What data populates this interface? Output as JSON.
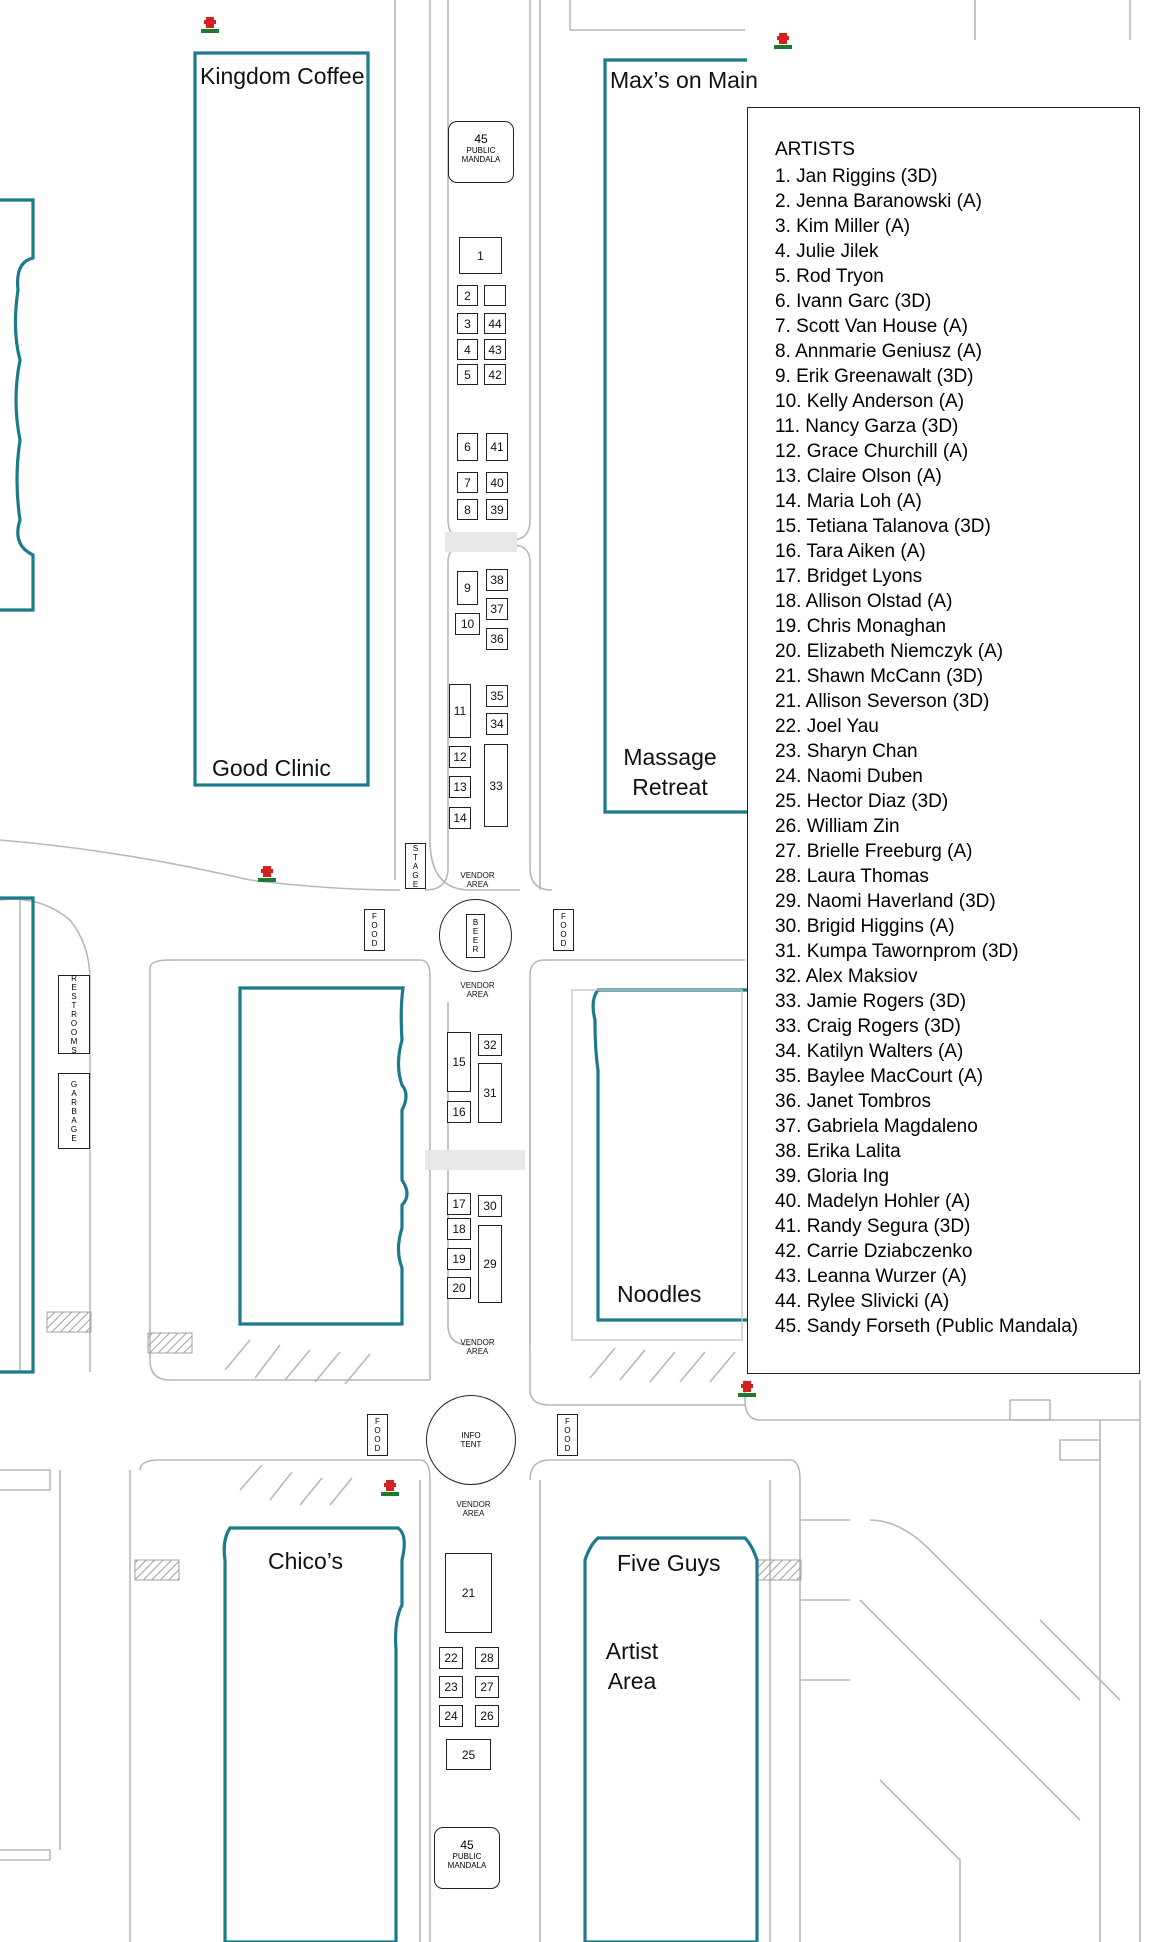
{
  "buildings": {
    "kingdom_coffee": "Kingdom Coffee",
    "good_clinic": "Good Clinic",
    "maxs_on_main": "Max’s on Main",
    "massage_retreat_line1": "Massage",
    "massage_retreat_line2": "Retreat",
    "noodles": "Noodles",
    "chicos": "Chico’s",
    "five_guys": "Five Guys",
    "artist_area_line1": "Artist",
    "artist_area_line2": "Area"
  },
  "facilities": {
    "public_mandala_number": "45",
    "public_mandala_line1": "PUBLIC",
    "public_mandala_line2": "MANDALA",
    "stage": "STAGE",
    "food": "FOOD",
    "beer": "BEER",
    "restrooms": "RESTROOMS",
    "garbage": "GARBAGE",
    "vendor_area_line1": "VENDOR",
    "vendor_area_line2": "AREA",
    "info_tent_line1": "INFO",
    "info_tent_line2": "TENT"
  },
  "booths": {
    "b1": "1",
    "b2": "2",
    "b3": "3",
    "b4": "4",
    "b5": "5",
    "b6": "6",
    "b7": "7",
    "b8": "8",
    "b9": "9",
    "b10": "10",
    "b11": "11",
    "b12": "12",
    "b13": "13",
    "b14": "14",
    "b15": "15",
    "b16": "16",
    "b17": "17",
    "b18": "18",
    "b19": "19",
    "b20": "20",
    "b21": "21",
    "b22": "22",
    "b23": "23",
    "b24": "24",
    "b25": "25",
    "b26": "26",
    "b27": "27",
    "b28": "28",
    "b29": "29",
    "b30": "30",
    "b31": "31",
    "b32": "32",
    "b33": "33",
    "b34": "34",
    "b35": "35",
    "b36": "36",
    "b37": "37",
    "b38": "38",
    "b39": "39",
    "b40": "40",
    "b41": "41",
    "b42": "42",
    "b43": "43",
    "b44": "44"
  },
  "legend": {
    "heading": "ARTISTS",
    "entries": [
      "1. Jan Riggins (3D)",
      "2. Jenna Baranowski (A)",
      "3. Kim Miller (A)",
      "4. Julie Jilek",
      "5. Rod Tryon",
      "6. Ivann Garc (3D)",
      "7. Scott Van House (A)",
      "8. Annmarie Geniusz (A)",
      "9. Erik Greenawalt (3D)",
      "10. Kelly Anderson (A)",
      "11. Nancy Garza (3D)",
      "12. Grace Churchill (A)",
      "13. Claire Olson (A)",
      "14. Maria Loh (A)",
      "15. Tetiana Talanova (3D)",
      "16. Tara Aiken (A)",
      "17. Bridget Lyons",
      "18. Allison Olstad (A)",
      "19. Chris Monaghan",
      "20. Elizabeth Niemczyk (A)",
      "21. Shawn McCann (3D)",
      "21. Allison Severson (3D)",
      "22. Joel Yau",
      "23. Sharyn Chan",
      "24. Naomi Duben",
      "25. Hector Diaz (3D)",
      "26. William Zin",
      "27. Brielle Freeburg (A)",
      "28. Laura Thomas",
      "29. Naomi Haverland (3D)",
      "30. Brigid Higgins (A)",
      "31. Kumpa Tawornprom (3D)",
      "32. Alex Maksiov",
      "33. Jamie Rogers (3D)",
      "33. Craig Rogers (3D)",
      "34. Katilyn Walters (A)",
      "35. Baylee MacCourt (A)",
      "36. Janet Tombros",
      "37. Gabriela Magdaleno",
      "38. Erika Lalita",
      "39. Gloria Ing",
      "40. Madelyn Hohler (A)",
      "41. Randy Segura (3D)",
      "42. Carrie Dziabczenko",
      "43. Leanna Wurzer (A)",
      "44. Rylee Slivicki (A)",
      "45. Sandy Forseth (Public Mandala)"
    ]
  },
  "colors": {
    "building_outline": "#1b7a8c",
    "street_line": "#b8b8b8",
    "hatch": "#a0a0a0",
    "hydrant_red": "#d62020",
    "hydrant_green": "#1e7a2e"
  }
}
